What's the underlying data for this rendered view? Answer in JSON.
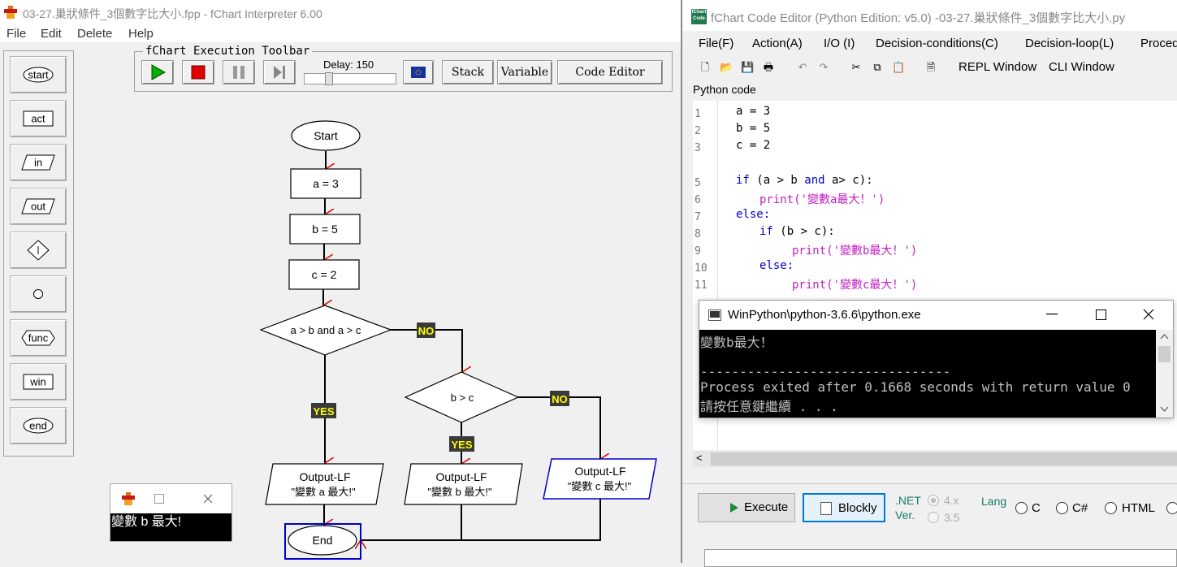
{
  "left_window": {
    "title": "03-27.巢狀條件_3個數字比大小.fpp - fChart Interpreter 6.00",
    "menu": [
      "File",
      "Edit",
      "Delete",
      "Help"
    ]
  },
  "palette": [
    "start",
    "act",
    "in",
    "out",
    "",
    "",
    "func",
    "win",
    "end"
  ],
  "toolbar": {
    "legend": "fChart Execution Toolbar",
    "delay_label": "Delay: 150",
    "stack": "Stack",
    "variable": "Variable",
    "code_editor": "Code Editor"
  },
  "flowchart": {
    "start": "Start",
    "a": "a = 3",
    "b": "b = 5",
    "c": "c = 2",
    "cond1": "a > b and a > c",
    "cond2": "b > c",
    "no": "NO",
    "yes": "YES",
    "out_label": "Output-LF",
    "out_a": "\"變數 a 最大!\"",
    "out_b": "\"變數 b 最大!\"",
    "out_c": "\"變數 c 最大!\"",
    "end": "End"
  },
  "mini_console": {
    "output": "變數 b 最大!"
  },
  "right_window": {
    "title": "fChart Code Editor (Python Edition: v5.0) -03-27.巢狀條件_3個數字比大小.py",
    "icon_text": "fChart Code",
    "menu": [
      "File(F)",
      "Action(A)",
      "I/O (I)",
      "Decision-conditions(C)",
      "Decision-loop(L)",
      "Proced"
    ],
    "repl": "REPL Window",
    "cli": "CLI Window",
    "code_label": "Python code",
    "line_numbers": [
      "1",
      "2",
      "3",
      "5",
      "6",
      "7",
      "8",
      "9",
      "10",
      "11"
    ],
    "code": {
      "l1": "a = 3",
      "l2": "b = 5",
      "l3": "c = 2",
      "l5_kw1": "if",
      "l5_mid": " (a > b ",
      "l5_kw2": "and",
      "l5_end": " a> c):",
      "l6_fn": "print(",
      "l6_str": "'變數a最大！'",
      "l6_end": ")",
      "l7_kw": "else:",
      "l8_kw": "if",
      "l8_rest": " (b > c):",
      "l9_fn": "print(",
      "l9_str": "'變數b最大！'",
      "l9_end": ")",
      "l10_kw": "else:",
      "l11_fn": "print(",
      "l11_str": "'變數c最大！'",
      "l11_end": ")"
    },
    "execute": "Execute",
    "blockly": "Blockly",
    "net": ".NET",
    "ver": "Ver.",
    "v45": "4.x",
    "v35": "3.5",
    "lang": "Lang",
    "lang_c": "C",
    "lang_cs": "C#",
    "lang_html": "HTML"
  },
  "python_console": {
    "title": "WinPython\\python-3.6.6\\python.exe",
    "line1": "變數b最大！",
    "line2": "--------------------------------",
    "line3": "Process exited after 0.1668 seconds with return value 0",
    "line4": "請按任意鍵繼續 . . ."
  },
  "colors": {
    "play_green": "#00b000",
    "stop_red": "#e00000",
    "flow_arrow_red": "#e00000",
    "yes_no_label_bg": "#3a3a3a",
    "yes_no_label_fg": "#ffff00",
    "highlight_blue": "#0000cc",
    "keyword_blue": "#0000cc",
    "string_magenta": "#c020c0"
  }
}
